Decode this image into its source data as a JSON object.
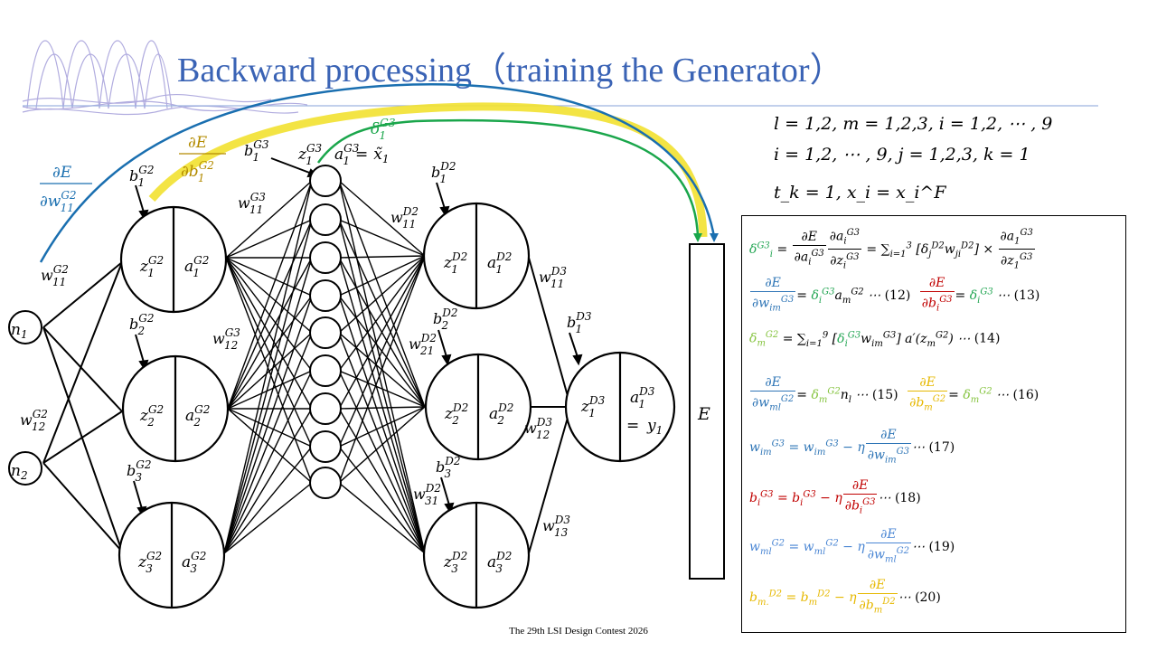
{
  "title": "Backward processing（training the Generator）",
  "footer": "The 29th LSI Design Contest 2026",
  "colors": {
    "title": "#3a63b5",
    "blue_path": "#1a6fb0",
    "green_path": "#1aa64b",
    "yellow_path": "#f2e130",
    "gold_label": "#b38b00",
    "eq_green": "#21a552",
    "eq_lightgreen": "#86c440",
    "eq_blue": "#2e75b6",
    "eq_red": "#c00000",
    "eq_midblue": "#4a86d4",
    "eq_yellow": "#e6b800"
  },
  "index_defs": {
    "line1": "l = 1,2,   m = 1,2,3,   i = 1,2, ⋯ , 9",
    "line2": "i = 1,2, ⋯ , 9,   j = 1,2,3,   k = 1",
    "line3": "t_k = 1,   x_i = x_i^F"
  },
  "error_block_label": "E",
  "equation_tags": [
    "(12)",
    "(13)",
    "(14)",
    "(15)",
    "(16)",
    "(17)",
    "(18)",
    "(19)",
    "(20)"
  ]
}
